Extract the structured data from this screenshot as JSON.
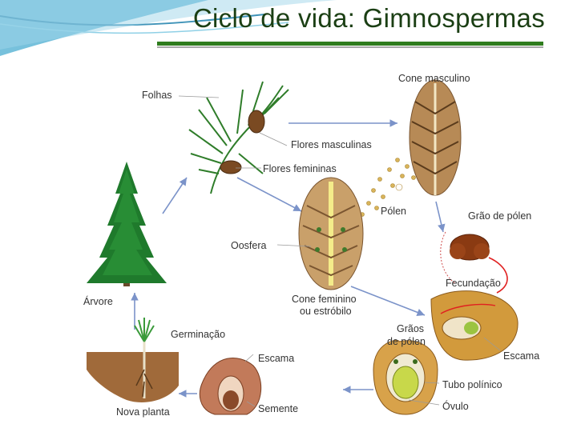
{
  "slide": {
    "title": "Ciclo de vida: Gimnospermas"
  },
  "diagram": {
    "labels": {
      "folhas": "Folhas",
      "cone_masculino": "Cone masculino",
      "flores_masculinas": "Flores masculinas",
      "flores_femininas": "Flores femininas",
      "polen": "Pólen",
      "grao_de_polen": "Grão de pólen",
      "oosfera": "Oosfera",
      "fecundacao": "Fecundação",
      "arvore": "Árvore",
      "cone_feminino_1": "Cone feminino",
      "cone_feminino_2": "ou estróbilo",
      "graos_de_polen_1": "Grãos",
      "graos_de_polen_2": "de pólen",
      "germinacao": "Germinação",
      "escama_left": "Escama",
      "escama_right": "Escama",
      "tubo_polinico": "Tubo polínico",
      "ovulo": "Óvulo",
      "nova_planta": "Nova planta",
      "semente": "Semente"
    },
    "colors": {
      "arrow": "#7b93c9",
      "label_line": "#9a9a9a",
      "tree": "#1f7a2c",
      "cone": "#b78a56",
      "pollen": "#d9b45b",
      "fertilization": "#e02020"
    }
  }
}
